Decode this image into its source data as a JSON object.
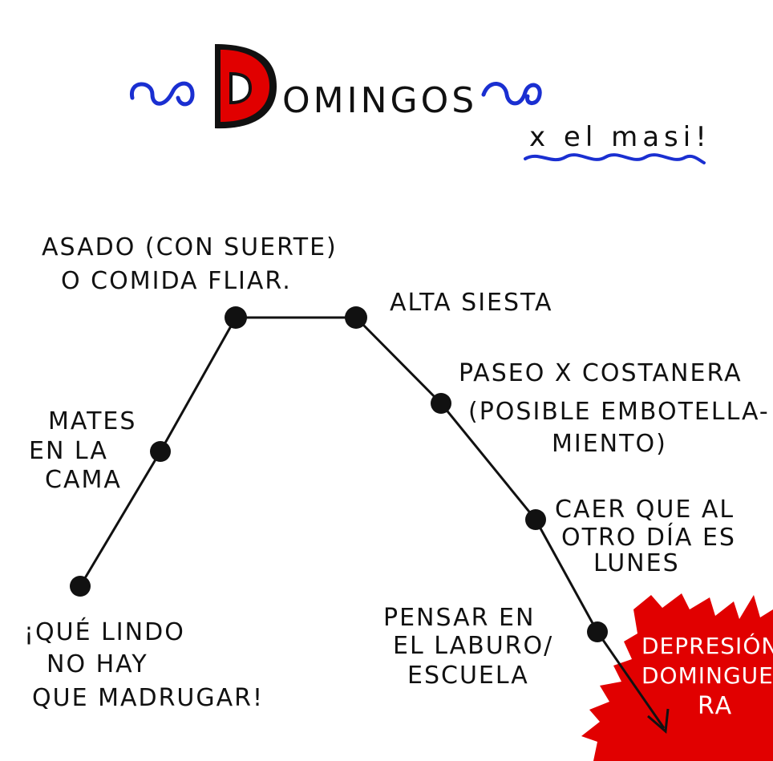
{
  "title": {
    "initial": "D",
    "rest": "OMINGOS",
    "subtitle": "x el masi!"
  },
  "colors": {
    "ink": "#111111",
    "accent_red": "#e10000",
    "accent_blue": "#1a2fd1"
  },
  "stages": [
    {
      "lines": [
        "¡QUÉ LINDO",
        "NO HAY",
        "QUE MADRUGAR!"
      ]
    },
    {
      "lines": [
        "MATES",
        "EN LA",
        "CAMA"
      ]
    },
    {
      "lines": [
        "ASADO (CON SUERTE)",
        "O COMIDA FLIAR."
      ]
    },
    {
      "lines": [
        "ALTA SIESTA"
      ]
    },
    {
      "lines": [
        "PASEO X COSTANERA",
        "(POSIBLE EMBOTELLA-",
        "MIENTO)"
      ]
    },
    {
      "lines": [
        "CAER QUE AL",
        "OTRO DÍA ES",
        "LUNES"
      ]
    },
    {
      "lines": [
        "PENSAR EN",
        "EL LABURO/",
        "ESCUELA"
      ]
    }
  ],
  "ending": {
    "lines": [
      "DEPRESIÓN",
      "DOMINGUE-",
      "RA"
    ]
  }
}
